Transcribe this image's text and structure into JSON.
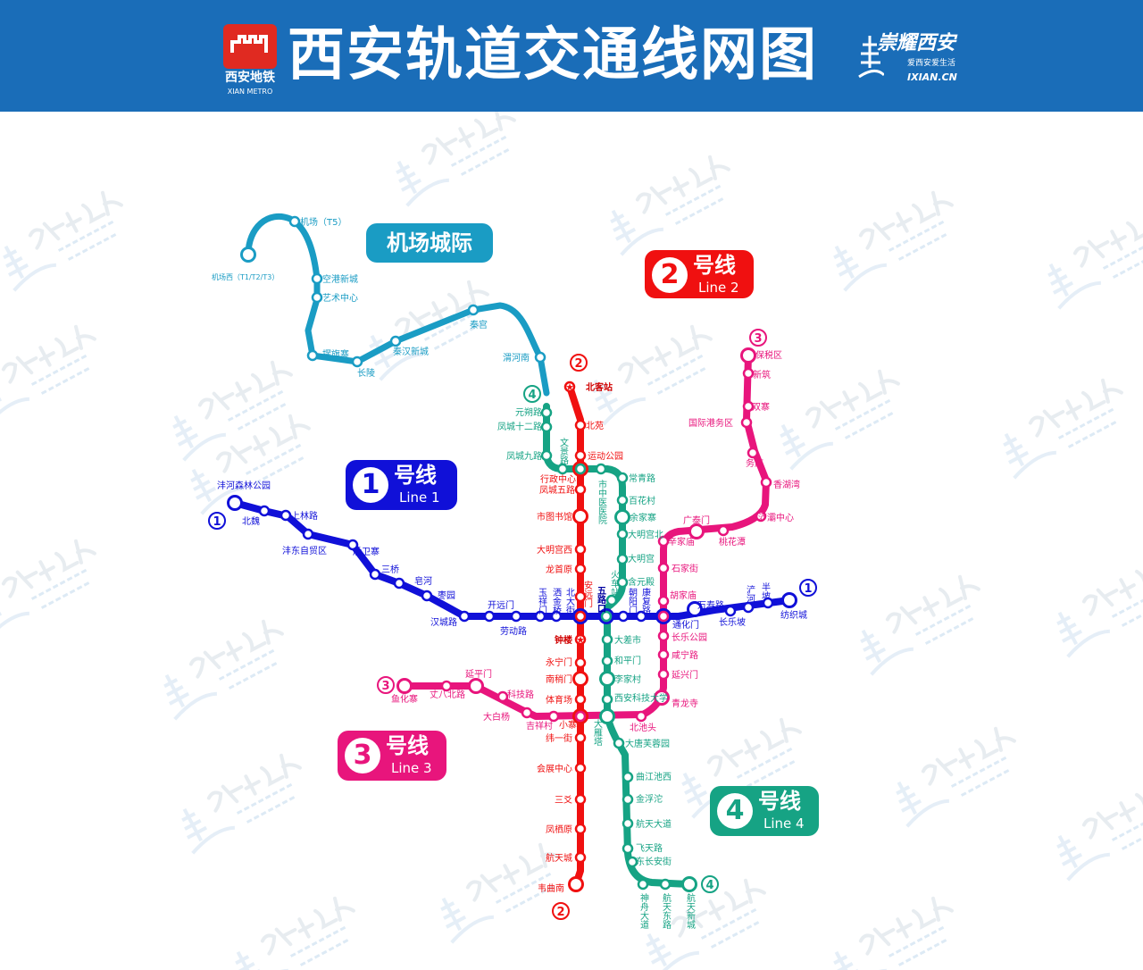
{
  "header": {
    "title": "西安轨道交通线网图",
    "logo_cn": "西安地铁",
    "logo_en": "XIAN METRO",
    "brand_main": "崇耀西安",
    "brand_sub": "爱西安爱生活",
    "brand_domain": "IXIAN.CN",
    "background": "#1a6db8"
  },
  "watermark": {
    "main": "崇耀西安",
    "sub": "爱西安爱生活",
    "domain": "IXIAN.CN"
  },
  "lines": [
    {
      "id": "line1",
      "number": "1",
      "label": "号线",
      "en": "Line 1",
      "color": "#1010d8",
      "stations": [
        "沣河森林公园",
        "北魏",
        "上林路",
        "沣东自贸区",
        "后卫寨",
        "三桥",
        "皂河",
        "枣园",
        "汉城路",
        "开远门",
        "劳动路",
        "玉祥门",
        "洒金桥",
        "北大街",
        "五路口",
        "朝阳门",
        "康复路",
        "通化门",
        "万寿路",
        "长乐坡",
        "浐河",
        "半坡",
        "纺织城"
      ]
    },
    {
      "id": "line2",
      "number": "2",
      "label": "号线",
      "en": "Line 2",
      "color": "#f01010",
      "stations": [
        "北客站",
        "北苑",
        "运动公园",
        "行政中心",
        "凤城五路",
        "市图书馆",
        "大明宫西",
        "龙首原",
        "安远门",
        "北大街",
        "钟楼",
        "永宁门",
        "南稍门",
        "体育场",
        "小寨",
        "纬一街",
        "会展中心",
        "三爻",
        "凤栖原",
        "航天城",
        "韦曲南"
      ]
    },
    {
      "id": "line3",
      "number": "3",
      "label": "号线",
      "en": "Line 3",
      "color": "#e8157c",
      "stations": [
        "保税区",
        "新筑",
        "双寨",
        "国际港务区",
        "务庄",
        "香湖湾",
        "浐灞中心",
        "桃花潭",
        "广泰门",
        "辛家庙",
        "石家街",
        "胡家庙",
        "通化门",
        "长乐公园",
        "咸宁路",
        "延兴门",
        "青龙寺",
        "北池头",
        "大雁塔",
        "小寨",
        "吉祥村",
        "大白杨",
        "科技路",
        "延平门",
        "丈八北路",
        "鱼化寨"
      ]
    },
    {
      "id": "line4",
      "number": "4",
      "label": "号线",
      "en": "Line 4",
      "color": "#16a384",
      "stations": [
        "元朔路",
        "凤城十二路",
        "凤城九路",
        "文景路",
        "行政中心",
        "市中医医院",
        "常青路",
        "百花村",
        "余家寨",
        "大明宫北",
        "大明宫",
        "含元殿",
        "火车站",
        "五路口",
        "大差市",
        "和平门",
        "李家村",
        "西安科技大学",
        "大雁塔",
        "大唐芙蓉园",
        "曲江池西",
        "金浮沱",
        "航天大道",
        "飞天路",
        "东长安街",
        "神舟大道",
        "航天东路",
        "航天新城"
      ]
    },
    {
      "id": "airport",
      "label": "机场城际",
      "color": "#1a9cc4",
      "stations": [
        "机场西（T1/T2/T3）",
        "机场（T5）",
        "空港新城",
        "艺术中心",
        "摆旗寨",
        "长陵",
        "秦汉新城",
        "秦宫",
        "渭河南"
      ]
    }
  ]
}
